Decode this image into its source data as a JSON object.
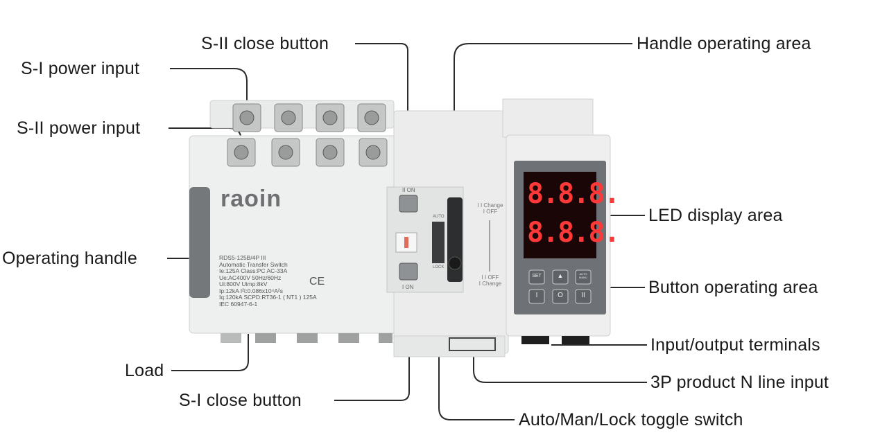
{
  "labels": {
    "s2_close_button": "S-II close button",
    "s1_power_input": "S-I power input",
    "s2_power_input": "S-II power input",
    "operating_handle": "Operating handle",
    "load": "Load",
    "s1_close_button": "S-I close button",
    "handle_operating_area": "Handle operating area",
    "led_display_area": "LED display area",
    "button_operating_area": "Button operating area",
    "io_terminals": "Input/output terminals",
    "n_line_input": "3P product N line input",
    "toggle_switch": "Auto/Man/Lock toggle switch"
  },
  "device": {
    "brand": "raoin",
    "spec_lines": [
      "RDS5-125B/4P III",
      "Automatic    Transfer    Switch",
      "Ie:125A      Class:PC      AC-33A",
      "Ue:AC400V              50Hz/60Hz",
      "Ui:800V                    Uimp:8kV",
      "Ip:12kA           I²t:0.086x10⁴A²s",
      "Iq:120kA   SCPD:RT36-1 ( NT1 ) 125A",
      "IEC  60947-6-1"
    ],
    "ce_mark": "CE",
    "ii_on": "II ON",
    "i_on": "I ON",
    "auto": "AUTO",
    "lock": "LOCK",
    "ii_change": "I I Change",
    "i_off_top": "I OFF",
    "ii_off": "I I OFF",
    "i_change": "I Change",
    "display_top": "8.8.8.",
    "display_bottom": "8.8.8.",
    "btn_set": "SET",
    "btn_up": "▲",
    "btn_auto": "AUTO MANU",
    "btn_1": "I",
    "btn_0": "O",
    "btn_2": "II"
  }
}
